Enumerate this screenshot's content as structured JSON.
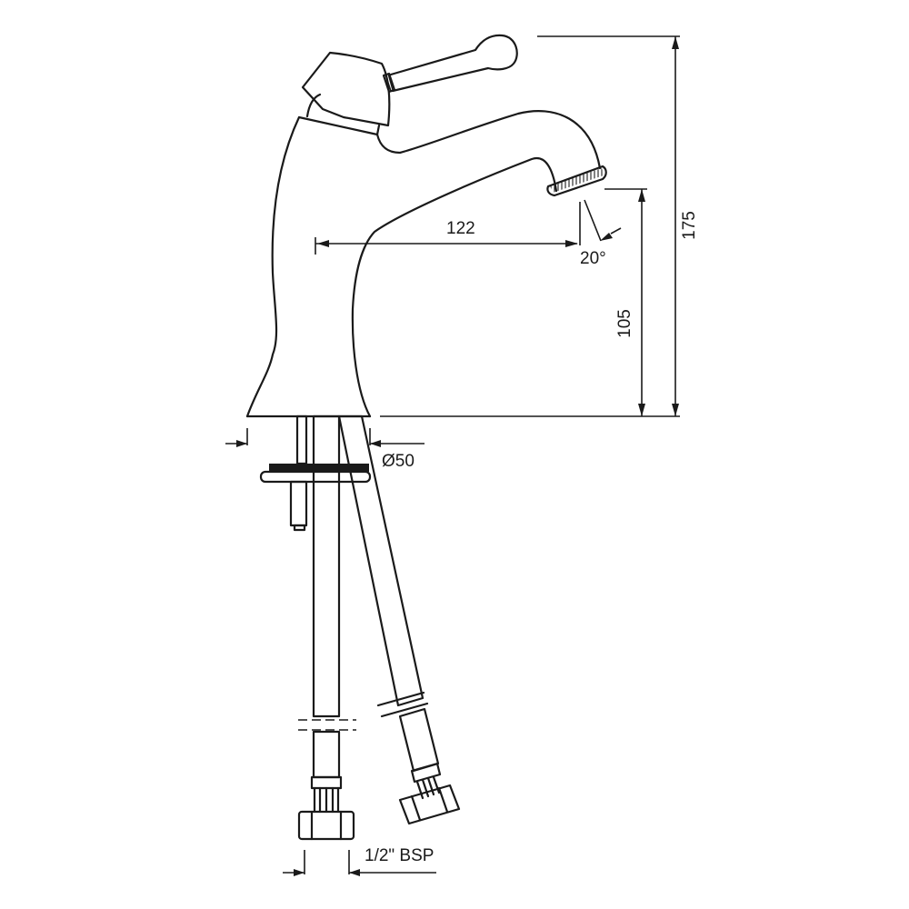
{
  "drawing": {
    "subject": "Single lever basin mixer - side elevation",
    "stroke_color": "#1a1a1a",
    "background": "#ffffff"
  },
  "dimensions": {
    "spout_reach": "122",
    "spout_angle": "20°",
    "spout_height": "105",
    "overall_height": "175",
    "base_diameter": "Ø50",
    "connection": "1/2\" BSP"
  }
}
